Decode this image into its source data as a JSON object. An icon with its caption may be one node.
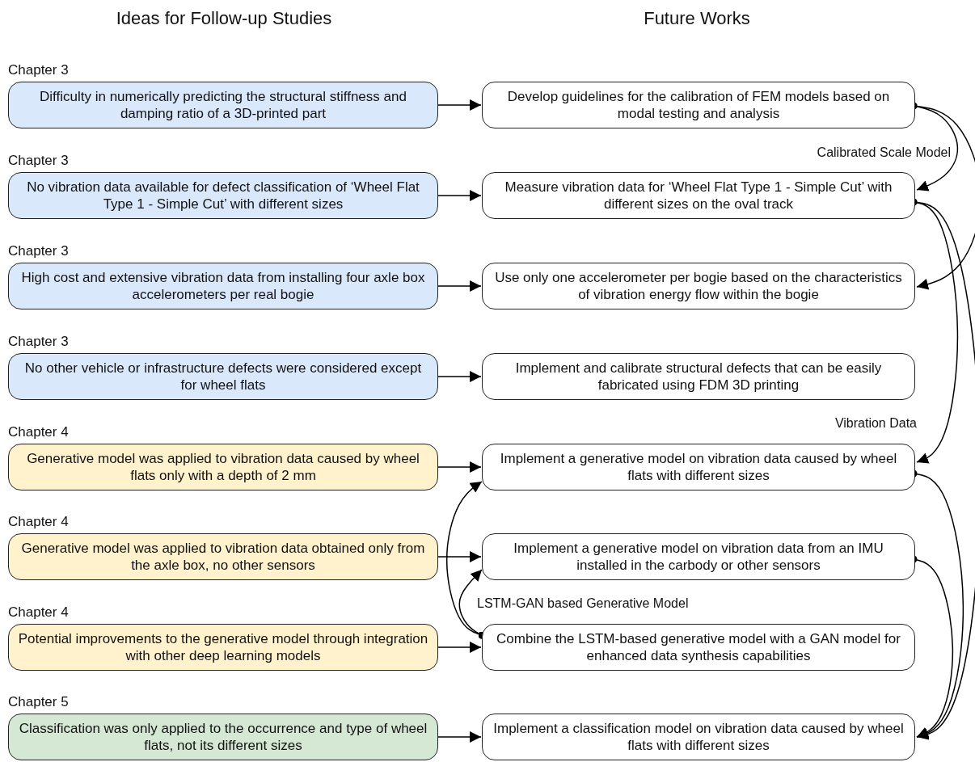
{
  "diagram": {
    "nodes": [
      {
        "text": [
          "Difficulty in numerically predicting the structural stiffness and damping ratio of a 3D-printed part"
        ],
        "beside": [
          "Chapter 3"
        ]
      },
      {
        "text": [
          "No vibration data available for defect classification of ‘Wheel Flat Type 1 - Simple Cut’ with different sizes"
        ],
        "beside": [
          "Chapter 3"
        ]
      },
      {
        "text": [
          "High cost and extensive vibration data from installing four axle box accelerometers per real bogie"
        ],
        "beside": [
          "Chapter 3"
        ]
      },
      {
        "text": [
          "No other vehicle or infrastructure defects were considered except for wheel flats"
        ],
        "beside": [
          "Chapter 3"
        ]
      },
      {
        "text": [
          "Generative model was applied to vibration data caused by wheel flats only with a depth of 2 mm"
        ],
        "beside": [
          "Chapter 4"
        ]
      },
      {
        "text": [
          "Generative model was applied to vibration data obtained only from the axle box, no other sensors"
        ],
        "beside": [
          "Chapter 4"
        ]
      },
      {
        "text": [
          "Potential improvements to the generative model through integration with other deep learning models"
        ],
        "beside": [
          "Chapter 4"
        ]
      },
      {
        "text": [
          "Classification was only applied to the occurrence and type of wheel flats, not its different sizes"
        ],
        "beside": [
          "Chapter 5"
        ]
      },
      {
        "text": [
          "Develop guidelines for the calibration of FEM models based on modal testing and analysis"
        ]
      },
      {
        "text": [
          "Measure vibration data for ‘Wheel Flat Type 1 - Simple Cut’ with different sizes on the oval track"
        ]
      },
      {
        "text": [
          "Use only one accelerometer per bogie based on the characteristics of vibration energy flow within the bogie"
        ]
      },
      {
        "text": [
          "Implement and calibrate structural defects that can be easily fabricated using FDM 3D printing"
        ]
      },
      {
        "text": [
          "Implement a generative model on vibration data caused by wheel flats with different sizes"
        ]
      },
      {
        "text": [
          "Implement a generative model on vibration data from an IMU installed in the carbody or other sensors"
        ]
      },
      {
        "text": [
          "Combine the LSTM-based generative model with a GAN model for enhanced data synthesis capabilities"
        ]
      },
      {
        "text": [
          "Implement a classification model on vibration data caused by wheel flats with different sizes"
        ]
      }
    ],
    "edges": [
      {
        "from": 0,
        "to": 8,
        "arrow": "to"
      },
      {
        "from": 1,
        "to": 9,
        "arrow": "to"
      },
      {
        "from": 2,
        "to": 10,
        "arrow": "to"
      },
      {
        "from": 3,
        "to": 11,
        "arrow": "to"
      },
      {
        "from": 4,
        "to": 12,
        "arrow": "to"
      },
      {
        "from": 5,
        "to": 13,
        "arrow": "to"
      },
      {
        "from": 6,
        "to": 14,
        "arrow": "to"
      },
      {
        "from": 7,
        "to": 15,
        "arrow": "to"
      },
      {
        "from": 8,
        "to": 9,
        "arrow": "to"
      },
      {
        "from": 8,
        "to": 10,
        "arrow": "to"
      },
      {
        "from": 9,
        "to": 12,
        "arrow": "to"
      },
      {
        "from": 9,
        "to": 15,
        "arrow": "to"
      },
      {
        "from": 12,
        "to": 15,
        "arrow": "to"
      },
      {
        "from": 13,
        "to": 15,
        "arrow": "to"
      },
      {
        "from": 14,
        "to": 12,
        "arrow": "to"
      },
      {
        "from": 14,
        "to": 13,
        "arrow": "to"
      }
    ],
    "labels": [
      "Ideas for Follow-up Studies",
      "Future Works",
      "Calibrated Scale Model",
      "Vibration Data",
      "LSTM-GAN based Generative Model"
    ]
  }
}
